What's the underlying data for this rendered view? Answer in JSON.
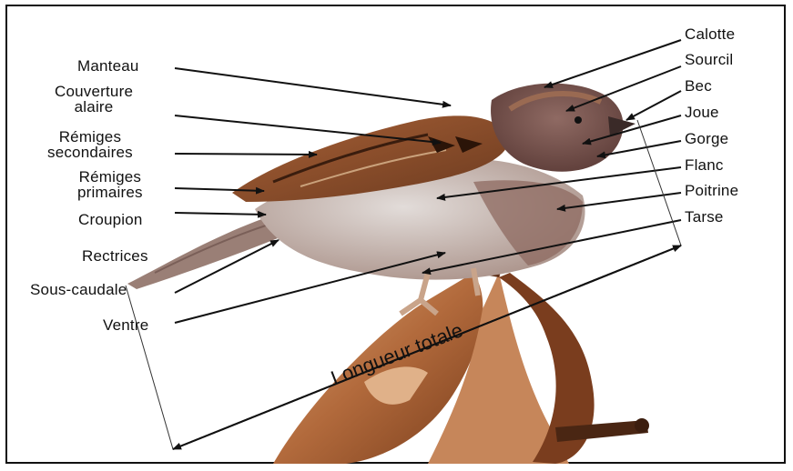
{
  "labels_left": {
    "manteau": "Manteau",
    "couverture_1": "Couverture",
    "couverture_2": "alaire",
    "remiges_sec_1": "Rémiges",
    "remiges_sec_2": "secondaires",
    "remiges_pri_1": "Rémiges",
    "remiges_pri_2": "primaires",
    "croupion": "Croupion",
    "rectrices": "Rectrices",
    "sous_caudale": "Sous-caudale",
    "ventre": "Ventre"
  },
  "labels_right": {
    "calotte": "Calotte",
    "sourcil": "Sourcil",
    "bec": "Bec",
    "joue": "Joue",
    "gorge": "Gorge",
    "flanc": "Flanc",
    "poitrine": "Poitrine",
    "tarse": "Tarse"
  },
  "measure_label": "Longueur totale",
  "colors": {
    "plumage_brown": "#8a4e2c",
    "belly": "#cfc6c2",
    "wood": "#b9774a",
    "ink": "#111111"
  }
}
